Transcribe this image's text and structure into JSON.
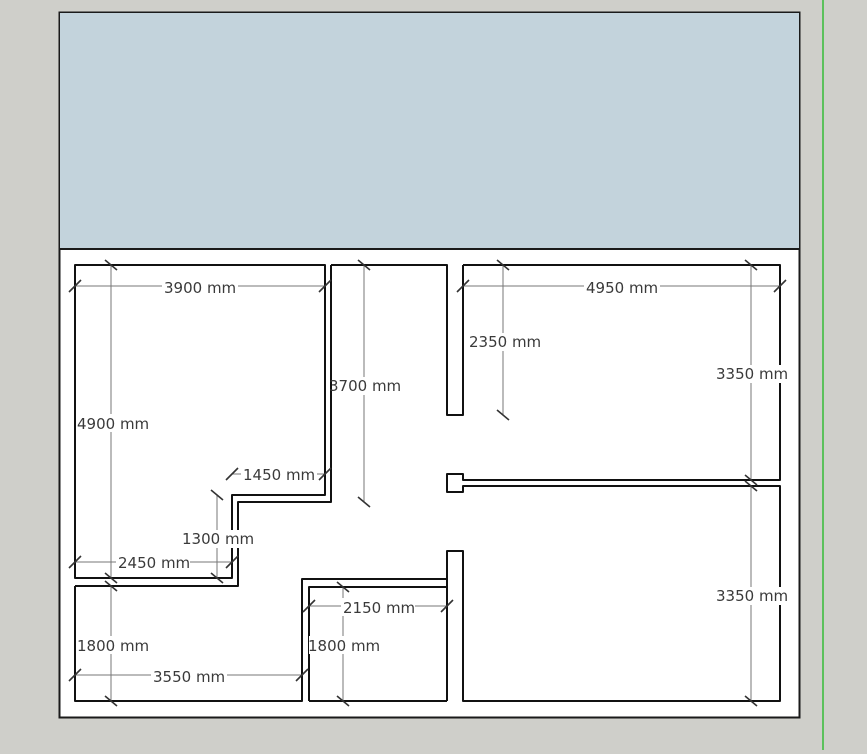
{
  "viewport": {
    "background": "#cfcfca",
    "guide_color": "#5cc15c"
  },
  "sheet": {
    "header_color": "#c3d3dc",
    "paper_color": "#ffffff",
    "border_color": "#1a1a1a"
  },
  "walls": {
    "color": "#111111",
    "dimension_color": "#555555"
  },
  "dimensions": {
    "top_left_room_width": "3900 mm",
    "top_left_room_height": "4900 mm",
    "corridor_length": "3700 mm",
    "partition_length": "2350 mm",
    "top_right_room_width": "4950 mm",
    "top_right_room_height": "3350 mm",
    "step_width": "1450 mm",
    "step_height": "1300 mm",
    "left_lower_width": "2450 mm",
    "bottom_left_room_height": "1800 mm",
    "bottom_left_room_width": "3550 mm",
    "bottom_mid_room_width": "2150 mm",
    "bottom_mid_room_height": "1800 mm",
    "bottom_right_room_height": "3350 mm"
  }
}
